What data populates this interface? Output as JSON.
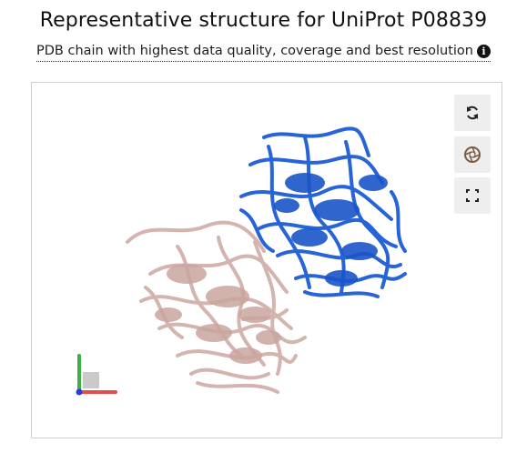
{
  "header": {
    "title": "Representative structure for UniProt P08839",
    "subtitle": "PDB chain with highest data quality, coverage and best resolution",
    "info_icon": "info-icon"
  },
  "viewer": {
    "controls": [
      {
        "name": "reset-view-button",
        "icon": "refresh-icon"
      },
      {
        "name": "screenshot-button",
        "icon": "camera-aperture-icon"
      },
      {
        "name": "fullscreen-button",
        "icon": "expand-icon"
      }
    ],
    "chains": [
      {
        "name": "highlighted-chain",
        "color": "#1f5fd6"
      },
      {
        "name": "other-chain",
        "color": "#d2b1aa"
      }
    ],
    "axes_colors": {
      "x": "#e84a4a",
      "y": "#3cb043",
      "z": "#2a3bd6"
    }
  }
}
